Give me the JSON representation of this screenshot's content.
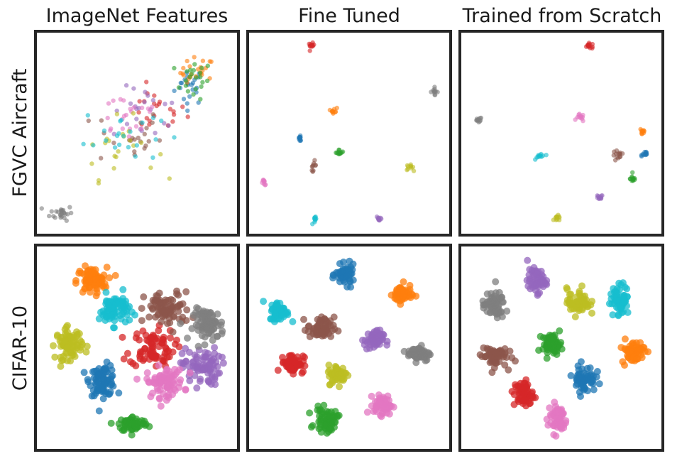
{
  "columns": [
    "ImageNet Features",
    "Fine Tuned",
    "Trained from Scratch"
  ],
  "rows": [
    "FGVC Aircraft",
    "CIFAR-10"
  ],
  "palette": [
    "#1f77b4",
    "#ff7f0e",
    "#2ca02c",
    "#d62728",
    "#9467bd",
    "#8c564b",
    "#e377c2",
    "#7f7f7f",
    "#bcbd22",
    "#17becf"
  ],
  "chart_data": [
    {
      "type": "scatter",
      "row": "FGVC Aircraft",
      "column": "ImageNet Features",
      "xlim": [
        0,
        100
      ],
      "ylim": [
        0,
        100
      ],
      "series": [
        {
          "class": 0,
          "x": [
            78
          ],
          "y": [
            75
          ],
          "spread": [
            8,
            10
          ],
          "count": 22
        },
        {
          "class": 1,
          "x": [
            82
          ],
          "y": [
            82
          ],
          "spread": [
            9,
            8
          ],
          "count": 22
        },
        {
          "class": 2,
          "x": [
            80
          ],
          "y": [
            78
          ],
          "spread": [
            10,
            10
          ],
          "count": 22
        },
        {
          "class": 3,
          "x": [
            60
          ],
          "y": [
            62
          ],
          "spread": [
            16,
            12
          ],
          "count": 22
        },
        {
          "class": 4,
          "x": [
            55
          ],
          "y": [
            60
          ],
          "spread": [
            18,
            14
          ],
          "count": 22
        },
        {
          "class": 5,
          "x": [
            45
          ],
          "y": [
            48
          ],
          "spread": [
            18,
            16
          ],
          "count": 22
        },
        {
          "class": 6,
          "x": [
            45
          ],
          "y": [
            60
          ],
          "spread": [
            20,
            14
          ],
          "count": 22
        },
        {
          "class": 7,
          "x": [
            10
          ],
          "y": [
            8
          ],
          "spread": [
            6,
            4
          ],
          "count": 26
        },
        {
          "class": 8,
          "x": [
            40
          ],
          "y": [
            42
          ],
          "spread": [
            20,
            16
          ],
          "count": 22
        },
        {
          "class": 9,
          "x": [
            42
          ],
          "y": [
            50
          ],
          "spread": [
            20,
            16
          ],
          "count": 22
        }
      ]
    },
    {
      "type": "scatter",
      "row": "FGVC Aircraft",
      "column": "Fine Tuned",
      "xlim": [
        0,
        100
      ],
      "ylim": [
        0,
        100
      ],
      "series": [
        {
          "class": 0,
          "x": [
            24
          ],
          "y": [
            47
          ],
          "spread": [
            1.5,
            2
          ],
          "count": 12
        },
        {
          "class": 1,
          "x": [
            42
          ],
          "y": [
            62
          ],
          "spread": [
            1.5,
            1.5
          ],
          "count": 10
        },
        {
          "class": 2,
          "x": [
            45
          ],
          "y": [
            40
          ],
          "spread": [
            2,
            1.5
          ],
          "count": 12
        },
        {
          "class": 3,
          "x": [
            30
          ],
          "y": [
            96
          ],
          "spread": [
            1.5,
            1.5
          ],
          "count": 12
        },
        {
          "class": 4,
          "x": [
            66
          ],
          "y": [
            5
          ],
          "spread": [
            1.5,
            1.5
          ],
          "count": 10
        },
        {
          "class": 5,
          "x": [
            31
          ],
          "y": [
            33
          ],
          "spread": [
            1.5,
            2.5
          ],
          "count": 10
        },
        {
          "class": 6,
          "x": [
            5
          ],
          "y": [
            24
          ],
          "spread": [
            1.5,
            1.5
          ],
          "count": 10
        },
        {
          "class": 7,
          "x": [
            95
          ],
          "y": [
            72
          ],
          "spread": [
            2,
            2
          ],
          "count": 12
        },
        {
          "class": 8,
          "x": [
            82
          ],
          "y": [
            32
          ],
          "spread": [
            2,
            1.5
          ],
          "count": 10
        },
        {
          "class": 9,
          "x": [
            32
          ],
          "y": [
            4
          ],
          "spread": [
            1.5,
            2
          ],
          "count": 10
        }
      ]
    },
    {
      "type": "scatter",
      "row": "FGVC Aircraft",
      "column": "Trained from Scratch",
      "xlim": [
        0,
        100
      ],
      "ylim": [
        0,
        100
      ],
      "series": [
        {
          "class": 0,
          "x": [
            94
          ],
          "y": [
            39
          ],
          "spread": [
            2,
            2
          ],
          "count": 12
        },
        {
          "class": 1,
          "x": [
            93
          ],
          "y": [
            51
          ],
          "spread": [
            1.5,
            2.5
          ],
          "count": 12
        },
        {
          "class": 2,
          "x": [
            88
          ],
          "y": [
            26
          ],
          "spread": [
            1.5,
            2
          ],
          "count": 12
        },
        {
          "class": 3,
          "x": [
            65
          ],
          "y": [
            96
          ],
          "spread": [
            3,
            1.5
          ],
          "count": 14
        },
        {
          "class": 4,
          "x": [
            70
          ],
          "y": [
            16
          ],
          "spread": [
            2,
            1.5
          ],
          "count": 12
        },
        {
          "class": 5,
          "x": [
            80
          ],
          "y": [
            38
          ],
          "spread": [
            3,
            3
          ],
          "count": 14
        },
        {
          "class": 6,
          "x": [
            60
          ],
          "y": [
            58
          ],
          "spread": [
            2,
            2
          ],
          "count": 12
        },
        {
          "class": 7,
          "x": [
            6
          ],
          "y": [
            57
          ],
          "spread": [
            2,
            1.5
          ],
          "count": 12
        },
        {
          "class": 8,
          "x": [
            48
          ],
          "y": [
            5
          ],
          "spread": [
            2,
            1.5
          ],
          "count": 12
        },
        {
          "class": 9,
          "x": [
            39
          ],
          "y": [
            38
          ],
          "spread": [
            2.5,
            1.5
          ],
          "count": 12
        }
      ]
    },
    {
      "type": "scatter",
      "row": "CIFAR-10",
      "column": "ImageNet Features",
      "xlim": [
        0,
        100
      ],
      "ylim": [
        0,
        100
      ],
      "series": [
        {
          "class": 0,
          "x": [
            32
          ],
          "y": [
            33
          ],
          "spread": [
            7,
            8
          ],
          "count": 80
        },
        {
          "class": 1,
          "x": [
            26
          ],
          "y": [
            85
          ],
          "spread": [
            8,
            7
          ],
          "count": 80
        },
        {
          "class": 2,
          "x": [
            48
          ],
          "y": [
            10
          ],
          "spread": [
            8,
            4
          ],
          "count": 70
        },
        {
          "class": 3,
          "x": [
            58
          ],
          "y": [
            50
          ],
          "spread": [
            12,
            10
          ],
          "count": 80
        },
        {
          "class": 4,
          "x": [
            84
          ],
          "y": [
            40
          ],
          "spread": [
            10,
            10
          ],
          "count": 80
        },
        {
          "class": 5,
          "x": [
            66
          ],
          "y": [
            70
          ],
          "spread": [
            12,
            9
          ],
          "count": 80
        },
        {
          "class": 6,
          "x": [
            65
          ],
          "y": [
            32
          ],
          "spread": [
            10,
            8
          ],
          "count": 80
        },
        {
          "class": 7,
          "x": [
            88
          ],
          "y": [
            62
          ],
          "spread": [
            8,
            8
          ],
          "count": 80
        },
        {
          "class": 8,
          "x": [
            14
          ],
          "y": [
            52
          ],
          "spread": [
            7,
            8
          ],
          "count": 80
        },
        {
          "class": 9,
          "x": [
            38
          ],
          "y": [
            70
          ],
          "spread": [
            8,
            8
          ],
          "count": 80
        }
      ]
    },
    {
      "type": "scatter",
      "row": "CIFAR-10",
      "column": "Fine Tuned",
      "xlim": [
        0,
        100
      ],
      "ylim": [
        0,
        100
      ],
      "series": [
        {
          "class": 0,
          "x": [
            48
          ],
          "y": [
            88
          ],
          "spread": [
            5,
            5
          ],
          "count": 60
        },
        {
          "class": 1,
          "x": [
            78
          ],
          "y": [
            78
          ],
          "spread": [
            5,
            5
          ],
          "count": 60
        },
        {
          "class": 2,
          "x": [
            38
          ],
          "y": [
            12
          ],
          "spread": [
            6,
            6
          ],
          "count": 60
        },
        {
          "class": 3,
          "x": [
            20
          ],
          "y": [
            42
          ],
          "spread": [
            6,
            5
          ],
          "count": 60
        },
        {
          "class": 4,
          "x": [
            63
          ],
          "y": [
            54
          ],
          "spread": [
            5,
            5
          ],
          "count": 60
        },
        {
          "class": 5,
          "x": [
            35
          ],
          "y": [
            60
          ],
          "spread": [
            7,
            6
          ],
          "count": 60
        },
        {
          "class": 6,
          "x": [
            68
          ],
          "y": [
            20
          ],
          "spread": [
            5,
            5
          ],
          "count": 60
        },
        {
          "class": 7,
          "x": [
            87
          ],
          "y": [
            47
          ],
          "spread": [
            6,
            4
          ],
          "count": 60
        },
        {
          "class": 8,
          "x": [
            44
          ],
          "y": [
            36
          ],
          "spread": [
            5,
            5
          ],
          "count": 60
        },
        {
          "class": 9,
          "x": [
            13
          ],
          "y": [
            69
          ],
          "spread": [
            5,
            5
          ],
          "count": 60
        }
      ]
    },
    {
      "type": "scatter",
      "row": "CIFAR-10",
      "column": "Trained from Scratch",
      "xlim": [
        0,
        100
      ],
      "ylim": [
        0,
        100
      ],
      "series": [
        {
          "class": 0,
          "x": [
            62
          ],
          "y": [
            34
          ],
          "spread": [
            6,
            7
          ],
          "count": 60
        },
        {
          "class": 1,
          "x": [
            88
          ],
          "y": [
            48
          ],
          "spread": [
            6,
            6
          ],
          "count": 60
        },
        {
          "class": 2,
          "x": [
            45
          ],
          "y": [
            52
          ],
          "spread": [
            5,
            5
          ],
          "count": 60
        },
        {
          "class": 3,
          "x": [
            30
          ],
          "y": [
            26
          ],
          "spread": [
            5,
            7
          ],
          "count": 60
        },
        {
          "class": 4,
          "x": [
            37
          ],
          "y": [
            85
          ],
          "spread": [
            5,
            6
          ],
          "count": 60
        },
        {
          "class": 5,
          "x": [
            14
          ],
          "y": [
            46
          ],
          "spread": [
            7,
            6
          ],
          "count": 60
        },
        {
          "class": 6,
          "x": [
            48
          ],
          "y": [
            13
          ],
          "spread": [
            5,
            8
          ],
          "count": 60
        },
        {
          "class": 7,
          "x": [
            14
          ],
          "y": [
            72
          ],
          "spread": [
            6,
            7
          ],
          "count": 60
        },
        {
          "class": 8,
          "x": [
            59
          ],
          "y": [
            74
          ],
          "spread": [
            6,
            7
          ],
          "count": 60
        },
        {
          "class": 9,
          "x": [
            81
          ],
          "y": [
            75
          ],
          "spread": [
            5,
            8
          ],
          "count": 60
        }
      ]
    }
  ]
}
